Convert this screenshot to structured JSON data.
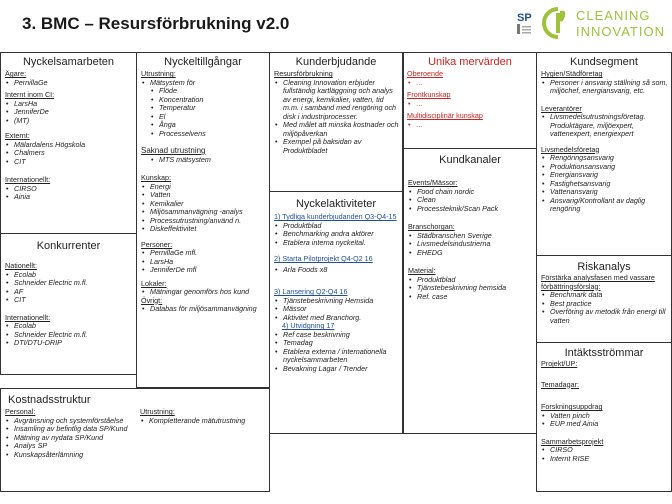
{
  "header": {
    "title": "3. BMC – Resursförbrukning v2.0",
    "sp_logo_text": "SP",
    "logo_line1": "CLEANING",
    "logo_line2": "INNOVATION"
  },
  "colors": {
    "green": "#9ec23a",
    "red": "#cc2222",
    "blue": "#1f4f9a"
  },
  "nyckelsamarbeten": {
    "title": "Nyckelsamarbeten",
    "agare_h": "Ägare:",
    "agare": [
      "PernillaGe"
    ],
    "internt_h": "Internt inom CI:",
    "internt": [
      "LarsHa",
      "JenniferDe",
      "(MT)"
    ],
    "externt_h": "Externt:",
    "externt": [
      "Mälardalens Högskola",
      "Chalmers",
      "CIT"
    ],
    "intl_h": "Internationellt:",
    "intl": [
      "CIRSO",
      "Ainia"
    ]
  },
  "konkurrenter": {
    "title": "Konkurrenter",
    "nat_h": "Nationellt:",
    "nat": [
      "Ecolab",
      "Schneider Electric m.fl.",
      "AF",
      "CIT"
    ],
    "intl_h": "Internationellt:",
    "intl": [
      "Ecolab",
      "Schneider Electric m.fl.",
      "DTI/DTU-DRIP"
    ]
  },
  "nyckeltillgangar": {
    "title": "Nyckeltillgångar",
    "utr_h": "Utrustning:",
    "utr": [
      "Mätsystem för",
      "Flöde",
      "Koncentration",
      "Temperatur",
      "El",
      "Ånga",
      "Processelvens"
    ],
    "saknad_h": "Saknad utrustning",
    "saknad": [
      "MTS mätsystem"
    ],
    "kunskap_h": "Kunskap:",
    "kunskap": [
      "Energi",
      "Vatten",
      "Kemikalier",
      "Miljösammanvägning -analys",
      "Processutrustning/använd n.",
      "Diskeffektivitet"
    ],
    "personer_h": "Personer:",
    "personer": [
      "PernillaGe mfl.",
      "LarsHa",
      "JenniferDe mfl"
    ],
    "lokaler_h": "Lokaler:",
    "lokaler": [
      "Mätningar genomförs hos kund"
    ],
    "ovrigt_h": "Övrigt:",
    "ovrigt": [
      "Databas för miljösammanvägning"
    ]
  },
  "kunderbjudande": {
    "title": "Kunderbjudande",
    "h": "Resursförbrukning",
    "items": [
      "Cleaning Innovation erbjuder fullständig kartläggning och analys av energi, kemikalier, vatten, tid m.m. i samband med rengöring och disk i industriprocesser.",
      "Med målet att minska kostnader och miljöpåverkan",
      "Exempel på baksidan av Produktbladet"
    ]
  },
  "nyckelaktiviteter": {
    "title": "Nyckelaktiviteter",
    "a1_h": "1) Tydliga kunderbjudanden Q3-Q4-15",
    "a1": [
      "Produktblad",
      "Benchmarking andra aktörer",
      "Etablera interna nyckeltal."
    ],
    "a2_h": "2) Starta Pilotprojekt Q4-Q2 16",
    "a2": [
      "Arla Foods x8"
    ],
    "a3_h": "3) Lansering Q2-Q4 16",
    "a3": [
      "Tjänstebeskrivning Hemsida",
      "Mässor",
      "Aktivitet med Branchorg."
    ],
    "a4_h": "4) Utvidgning 17",
    "a4": [
      "Ref case beskrivning",
      "Temadag",
      "Etablera externa / internationella nyckelsammarbeten",
      "Bevakning Lagar / Trender"
    ]
  },
  "kostnadsstruktur": {
    "title": "Kostnadsstruktur",
    "personal_h": "Personal:",
    "personal": [
      "Avgränsning och systemförståelse",
      "Insamling av befintlig data SP/Kund",
      "Mätning av nydata SP/Kund",
      "Analys SP",
      "Kunskapsåterlämning"
    ],
    "utr_h": "Utrustning:",
    "utr": [
      "Kompletterande mätutrustning"
    ]
  },
  "unika": {
    "title": "Unika mervärden",
    "s1_h": "Oberoende",
    "s1": [
      "…"
    ],
    "s2_h": "Frontkunskap",
    "s2": [
      "…"
    ],
    "s3_h": "Multidisciplinär kunskap",
    "s3": [
      "…"
    ]
  },
  "kundkanaler": {
    "title": "Kundkanaler",
    "events_h": "Events/Mässor:",
    "events": [
      "Food chain nordic",
      "Clean",
      "Processteknik/Scan Pack"
    ],
    "bransch_h": "Branschorgan:",
    "bransch": [
      "Städbranschen Sverige",
      "Livsmedelsindustrierna",
      "EHEDG"
    ],
    "material_h": "Material:",
    "material": [
      "Produktblad",
      "Tjänstebeskrivning hemsida",
      "Ref. case"
    ]
  },
  "kundsegment": {
    "title": "Kundsegment",
    "hygien_h": "Hygien/Städföretag",
    "hygien": [
      "Personer i ansvarig ställning så som, miljöchef, energiansvarig, etc."
    ],
    "lev_h": "Leverantörer",
    "lev": [
      "Livsmedelsutrustningsföretag. Produktägare, miljöexpert, vattenexpert, energiexpert"
    ],
    "livs_h": "Livsmedelsföretag",
    "livs": [
      "Rengöringsansvarig",
      "Produktionsansvarig",
      "Energiansvarig",
      "Fastighetsansvarig",
      "Vattenansvarig",
      "Ansvarig/Kontrollant av daglig rengöring"
    ]
  },
  "riskanalys": {
    "title": "Riskanalys",
    "h": "Förstärka analysfasen med vassare förbättringsförslag:",
    "items": [
      "Benchmark data",
      "Best practice",
      "Överföring av metodik från energi till vatten"
    ]
  },
  "intakt": {
    "title": "Intäktsströmmar",
    "projekt_h": "Projekt/UP:",
    "temadagar_h": "Temadagar:",
    "forsk_h": "Forskningsuppdrag",
    "forsk": [
      "Vatten pinch",
      "EUP med Ainia"
    ],
    "samm_h": "Sammarbetsprojekt",
    "samm": [
      "CIRSO",
      "Internt RISE"
    ]
  }
}
